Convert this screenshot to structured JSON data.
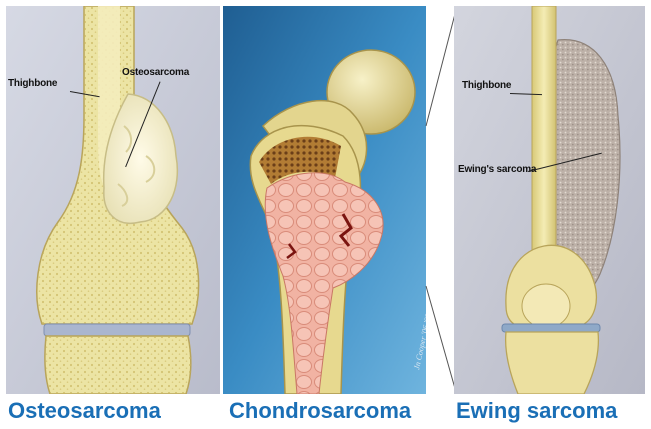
{
  "panels": [
    {
      "caption": "Osteosarcoma",
      "labels": {
        "bone": "Thighbone",
        "tumor": "Osteosarcoma"
      }
    },
    {
      "caption": "Chondrosarcoma"
    },
    {
      "caption": "Ewing sarcoma",
      "labels": {
        "bone": "Thighbone",
        "tumor": "Ewing's sarcoma"
      }
    }
  ],
  "colors": {
    "caption": "#1a6fb6",
    "panel_bg_left": "#c9cdda",
    "panel_bg_mid": "#2b78ad",
    "panel_bg_right": "#c9cbd6",
    "bone": "#ece4a4",
    "bone_shade": "#d2c27a",
    "osteosarcoma": "#f3efd5",
    "chondrosarcoma": "#f1b3a3",
    "ewing_tumor": "#bcb0a6",
    "cartilage": "#8fa9c8"
  },
  "signature": "Jn Cooper '06 '09"
}
